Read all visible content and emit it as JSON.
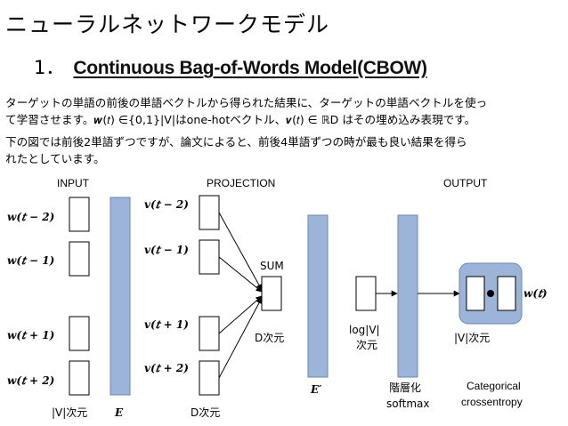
{
  "title": "ニューラルネットワークモデル",
  "heading": {
    "number": "1．",
    "text": "Continuous Bag-of-Words Model(CBOW)"
  },
  "para1_line1": "ターゲットの単語の前後の単語ベクトルから得られた結果に、ターゲットの単語ベクトルを使っ",
  "para1_line2": "て学習させます。𝒘(𝑡) ∈{0,1}|V|はone-hotベクトル、𝒗(𝑡) ∈ ℝD はその埋め込み表現です。",
  "para2_line1": "下の図では前後2単語ずつですが、論文によると、前後4単語ずつの時が最も良い結果を得ら",
  "para2_line2": "れたとしています。",
  "diagram": {
    "input_header": "INPUT",
    "projection_header": "PROJECTION",
    "output_header": "OUTPUT",
    "inputs": [
      "𝒘(𝑡 − 2)",
      "𝒘(𝑡 − 1)",
      "𝒘(𝑡 + 1)",
      "𝒘(𝑡 + 2)"
    ],
    "projections": [
      "𝒗(𝑡 − 2)",
      "𝒗(𝑡 − 1)",
      "𝒗(𝑡 + 1)",
      "𝒗(𝑡 + 2)"
    ],
    "sum_label": "SUM",
    "input_dim": "|V|次元",
    "embed_matrix": "𝑬",
    "proj_dim": "D次元",
    "sum_dim": "D次元",
    "output_matrix": "𝑬′",
    "log_dim_line1": "log|V|",
    "log_dim_line2": "次元",
    "hsoftmax_line1": "階層化",
    "hsoftmax_line2": "softmax",
    "output_dim": "|V|次元",
    "loss_line1": "Categorical",
    "loss_line2": "crossentropy",
    "target": "𝒘(𝑡)",
    "colors": {
      "matrix_fill": "#9cb4d8",
      "matrix_stroke": "#6a86b2",
      "output_group_fill": "#9cb4d8"
    }
  }
}
